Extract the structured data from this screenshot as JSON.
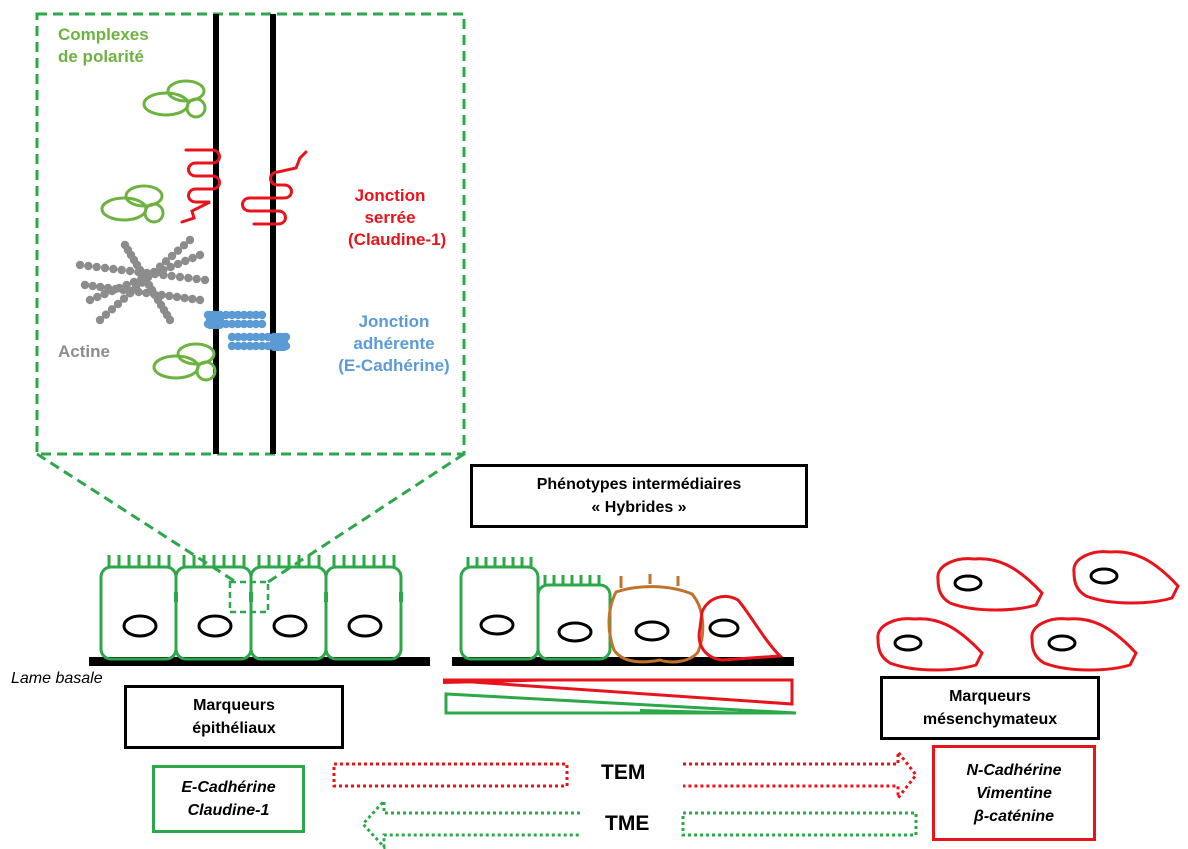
{
  "zoom_panel": {
    "polarity_label": [
      "Complexes",
      "de polarité"
    ],
    "tight_junction_label": [
      "Jonction",
      "serrée",
      "(Claudine-1)"
    ],
    "adherens_junction_label": [
      "Jonction",
      "adhérente",
      "(E-Cadhérine)"
    ],
    "actin_label": "Actine"
  },
  "basal_lamina_label": "Lame basale",
  "hybrid_box": [
    "Phénotypes intermédiaires",
    "« Hybrides »"
  ],
  "epithelial_markers_box": [
    "Marqueurs",
    "épithéliaux"
  ],
  "mesenchymal_markers_box": [
    "Marqueurs",
    "mésenchymateux"
  ],
  "epithelial_marker_list": [
    "E-Cadhérine",
    "Claudine-1"
  ],
  "mesenchymal_marker_list": [
    "N-Cadhérine",
    "Vimentine",
    "β-caténine"
  ],
  "transitions": {
    "emt": "TEM",
    "met": "TME"
  },
  "colors": {
    "epithelial_green": "#2ca84a",
    "polarity_green": "#6db33f",
    "tight_junction_red": "#e8141b",
    "adherens_blue": "#5b9bd5",
    "actin_grey": "#8c8c8c",
    "hybrid_brown": "#c0732a",
    "mesenchymal_red": "#e8141b"
  }
}
